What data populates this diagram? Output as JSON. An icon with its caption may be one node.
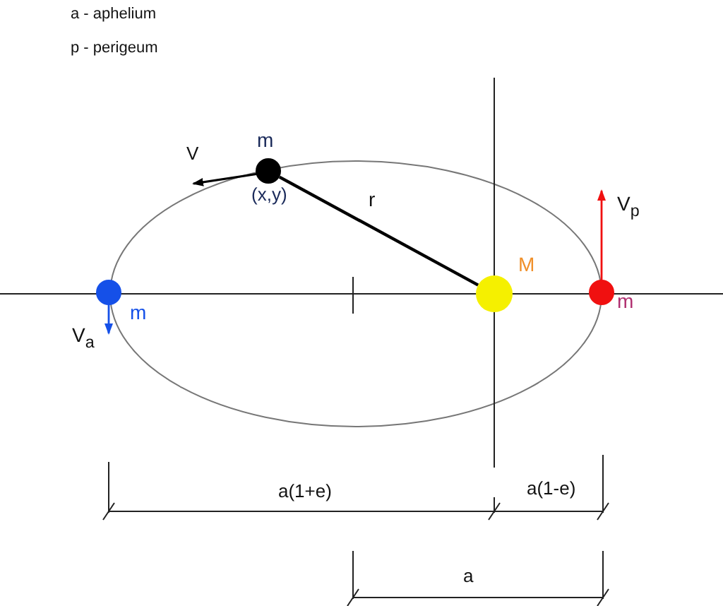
{
  "diagram": {
    "nodes": [
      {
        "text": [],
        "shape": "circle",
        "beside": [
          "m",
          "(x,y)"
        ]
      },
      {
        "text": [],
        "shape": "circle",
        "beside": [
          "M"
        ]
      },
      {
        "text": [],
        "shape": "circle",
        "beside": [
          "m"
        ]
      },
      {
        "text": [],
        "shape": "circle",
        "beside": [
          "m"
        ]
      }
    ],
    "edges": [
      {
        "from": 0,
        "to": 1,
        "arrow": "none",
        "label": "r"
      }
    ],
    "labels": [
      "a - aphelium",
      "p - perigeum",
      "V",
      "V$_{a}$",
      "V$_{p}$",
      "a(1+e)",
      "a(1-e)",
      "a"
    ]
  }
}
